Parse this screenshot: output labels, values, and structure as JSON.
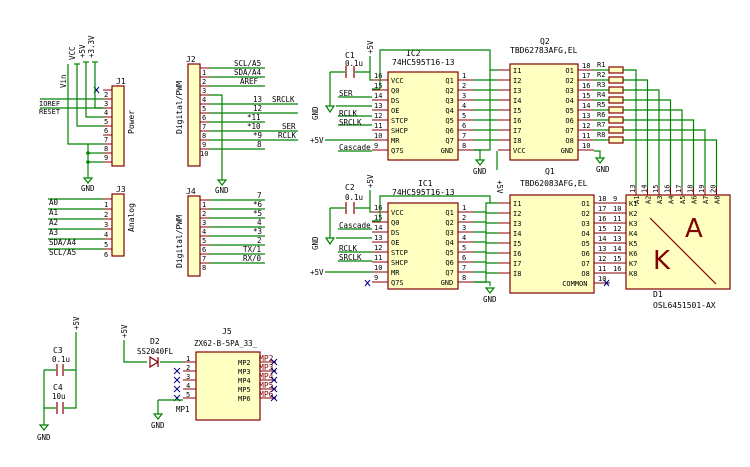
{
  "power": {
    "vcc": "VCC",
    "p5v": "+5V",
    "p33v": "+3.3V",
    "gnd": "GND",
    "vin": "Vin"
  },
  "j1": {
    "ref": "J1",
    "value": "Power",
    "iopref": "IOREF",
    "reset": "RESET"
  },
  "j2": {
    "ref": "J2",
    "value": "Digital/PWM",
    "labels": [
      "SCL/A5",
      "SDA/A4",
      "AREF",
      "",
      "13",
      "12",
      "*11",
      "*10",
      "*9",
      "8"
    ],
    "nets": {
      "p5": "SRCLK",
      "p7": "SER",
      "p8": "RCLK"
    }
  },
  "j3": {
    "ref": "J3",
    "value": "Analog",
    "labels": [
      "A0",
      "A1",
      "A2",
      "A3",
      "SDA/A4",
      "SCL/A5"
    ]
  },
  "j4": {
    "ref": "J4",
    "value": "Digital/PWM",
    "labels": [
      "7",
      "*6",
      "*5",
      "4",
      "*3",
      "2",
      "TX/1",
      "RX/0"
    ]
  },
  "ic2": {
    "ref": "IC2",
    "value": "74HC595T16-13",
    "left": [
      "VCC",
      "Q0",
      "DS",
      "OE",
      "STCP",
      "SHCP",
      "MR",
      "Q7S"
    ],
    "lnum": [
      "16",
      "15",
      "14",
      "13",
      "12",
      "11",
      "10",
      "9"
    ],
    "right": [
      "Q1",
      "Q2",
      "Q3",
      "Q4",
      "Q5",
      "Q6",
      "Q7",
      "GND"
    ],
    "rnum": [
      "1",
      "2",
      "3",
      "4",
      "5",
      "6",
      "7",
      "8"
    ],
    "nets": [
      "SER",
      "RCLK",
      "SRCLK",
      "Cascade"
    ]
  },
  "ic1": {
    "ref": "IC1",
    "value": "74HC595T16-13",
    "left": [
      "VCC",
      "Q0",
      "DS",
      "OE",
      "STCP",
      "SHCP",
      "MR",
      "Q7S"
    ],
    "lnum": [
      "16",
      "15",
      "14",
      "13",
      "12",
      "11",
      "10",
      "9"
    ],
    "right": [
      "Q1",
      "Q2",
      "Q3",
      "Q4",
      "Q5",
      "Q6",
      "Q7",
      "GND"
    ],
    "rnum": [
      "1",
      "2",
      "3",
      "4",
      "5",
      "6",
      "7",
      "8"
    ],
    "nets": [
      "Cascade",
      "RCLK",
      "SRCLK"
    ]
  },
  "q2": {
    "ref": "Q2",
    "value": "TBD62783AFG,EL",
    "left": [
      "I1",
      "I2",
      "I3",
      "I4",
      "I5",
      "I6",
      "I7",
      "I8",
      "VCC"
    ],
    "right": [
      "O1",
      "O2",
      "O3",
      "O4",
      "O5",
      "O6",
      "O7",
      "O8",
      "GND"
    ],
    "rnum": [
      "18",
      "17",
      "16",
      "15",
      "14",
      "13",
      "12",
      "11",
      "10"
    ]
  },
  "q1": {
    "ref": "Q1",
    "value": "TBD62083AFG,EL",
    "left": [
      "I1",
      "I2",
      "I3",
      "I4",
      "I5",
      "I6",
      "I7",
      "I8"
    ],
    "right": [
      "O1",
      "O2",
      "O3",
      "O4",
      "O5",
      "O6",
      "O7",
      "O8",
      "COMMON"
    ],
    "rnum": [
      "18",
      "17",
      "16",
      "15",
      "14",
      "13",
      "12",
      "11",
      "10"
    ]
  },
  "resistors": [
    "R1",
    "R2",
    "R3",
    "R4",
    "R5",
    "R6",
    "R7",
    "R8"
  ],
  "c1": {
    "ref": "C1",
    "value": "0.1u"
  },
  "c2": {
    "ref": "C2",
    "value": "0.1u"
  },
  "c3": {
    "ref": "C3",
    "value": "0.1u"
  },
  "c4": {
    "ref": "C4",
    "value": "10u"
  },
  "d1": {
    "ref": "D1",
    "value": "OSL6451501-AX",
    "anode": "A",
    "cathode": "K",
    "top": [
      "A1",
      "A2",
      "A3",
      "A4",
      "A5",
      "A6",
      "A7",
      "A8"
    ],
    "left": [
      "K1",
      "K2",
      "K3",
      "K4",
      "K5",
      "K6",
      "K7",
      "K8"
    ]
  },
  "d2": {
    "ref": "D2",
    "value": "SS2040FL"
  },
  "j5": {
    "ref": "J5",
    "value": "ZX62-B-5PA_33_",
    "right": [
      "MP2",
      "MP3",
      "MP4",
      "MP5",
      "MP6"
    ],
    "mp1": "MP1"
  }
}
